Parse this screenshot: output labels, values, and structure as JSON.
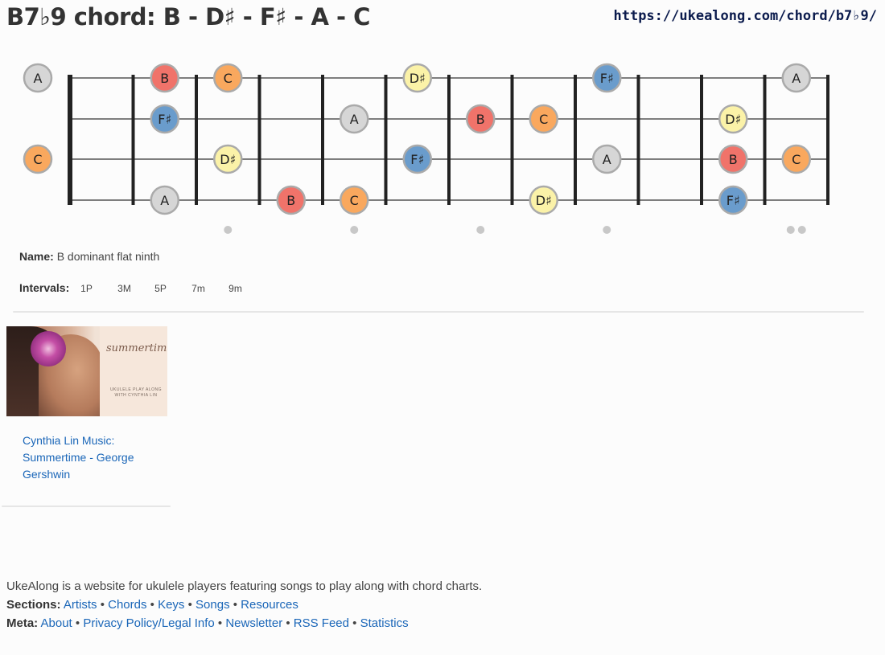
{
  "header": {
    "title": "B7♭9 chord: B - D♯ - F♯ - A - C",
    "url": "https://ukealong.com/chord/b7♭9/"
  },
  "fretboard": {
    "open_notes": [
      "A",
      "",
      "C",
      ""
    ],
    "strings": [
      [
        null,
        "B",
        "C",
        null,
        null,
        "D♯",
        null,
        null,
        "F♯",
        null,
        null,
        "A"
      ],
      [
        null,
        "F♯",
        null,
        null,
        "A",
        null,
        "B",
        "C",
        null,
        null,
        "D♯",
        null
      ],
      [
        null,
        null,
        "D♯",
        null,
        null,
        "F♯",
        null,
        null,
        "A",
        null,
        "B",
        "C"
      ],
      [
        null,
        "A",
        null,
        "B",
        "C",
        null,
        null,
        "D♯",
        null,
        null,
        "F♯",
        null
      ]
    ],
    "single_markers": [
      3,
      5,
      7,
      9
    ],
    "double_marker": 12
  },
  "note_colors": {
    "A": "#d6d6d6",
    "B": "#f0736a",
    "C": "#f9a85e",
    "D♯": "#fbf2a8",
    "F♯": "#6a9ccc"
  },
  "chord_info": {
    "name_label": "Name:",
    "name_value": "B dominant flat ninth",
    "intervals_label": "Intervals:",
    "intervals": [
      "1P",
      "3M",
      "5P",
      "7m",
      "9m"
    ]
  },
  "related": {
    "image_script": "summertime",
    "image_small": "UKULELE PLAY ALONG WITH CYNTHIA LIN",
    "title": "Cynthia Lin Music: Summertime - George Gershwin"
  },
  "footer": {
    "description": "UkeAlong is a website for ukulele players featuring songs to play along with chord charts.",
    "sections_label": "Sections:",
    "sections": [
      "Artists",
      "Chords",
      "Keys",
      "Songs",
      "Resources"
    ],
    "meta_label": "Meta:",
    "meta": [
      "About",
      "Privacy Policy/Legal Info",
      "Newsletter",
      "RSS Feed",
      "Statistics"
    ]
  }
}
